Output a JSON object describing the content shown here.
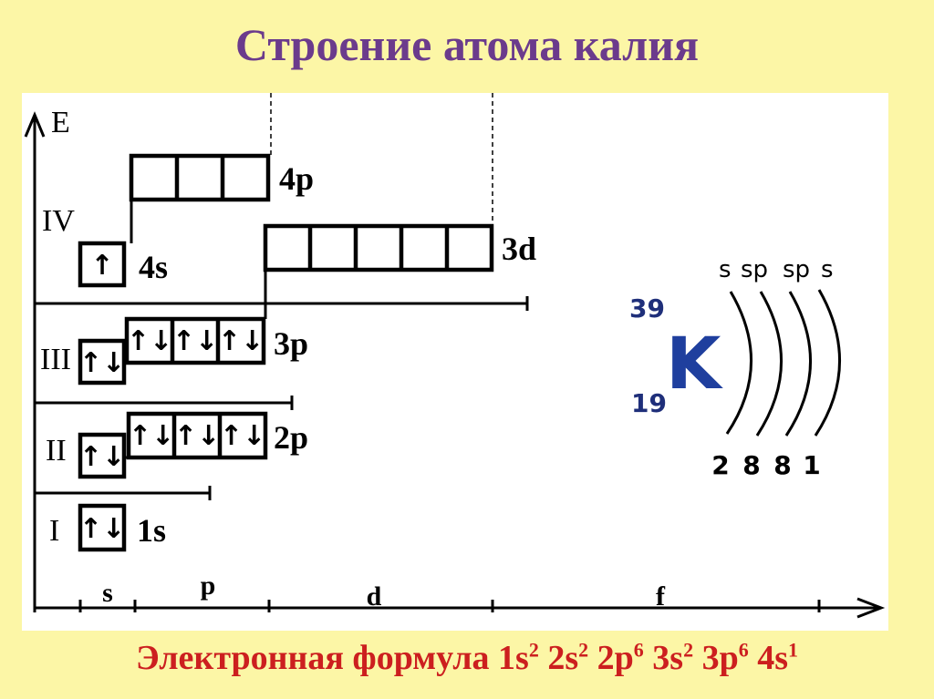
{
  "title": "Строение атома калия",
  "diagram": {
    "energy_axis_label": "E",
    "level_labels": [
      "I",
      "II",
      "III",
      "IV"
    ],
    "sublevel_axis_labels": [
      "s",
      "p",
      "d",
      "f"
    ],
    "orbital_labels": {
      "1s": "1s",
      "2p": "2p",
      "3p": "3p",
      "3d": "3d",
      "4s": "4s",
      "4p": "4p"
    },
    "arrows": {
      "up": "↑",
      "pair": "↑↓"
    },
    "electrons": {
      "1s": [
        "↑↓"
      ],
      "2s": [
        "↑↓"
      ],
      "2p": [
        "↑↓",
        "↑↓",
        "↑↓"
      ],
      "3s": [
        "↑↓"
      ],
      "3p": [
        "↑↓",
        "↑↓",
        "↑↓"
      ],
      "3d": [
        "",
        "",
        "",
        "",
        ""
      ],
      "4s": [
        "↑"
      ],
      "4p": [
        "",
        "",
        ""
      ]
    }
  },
  "element": {
    "symbol": "K",
    "mass_number": "39",
    "atomic_number": "19",
    "shell_sublevels": [
      "s",
      "sp",
      "sp",
      "s"
    ],
    "shell_counts": [
      "2",
      "8",
      "8",
      "1"
    ],
    "symbol_color": "#1f3f9e",
    "number_color": "#1f2f7a"
  },
  "formula": {
    "prefix": "Электронная формула",
    "terms": [
      {
        "base": "1s",
        "exp": "2"
      },
      {
        "base": "2s",
        "exp": "2"
      },
      {
        "base": "2p",
        "exp": "6"
      },
      {
        "base": "3s",
        "exp": "2"
      },
      {
        "base": "3p",
        "exp": "6"
      },
      {
        "base": "4s",
        "exp": "1"
      }
    ]
  }
}
